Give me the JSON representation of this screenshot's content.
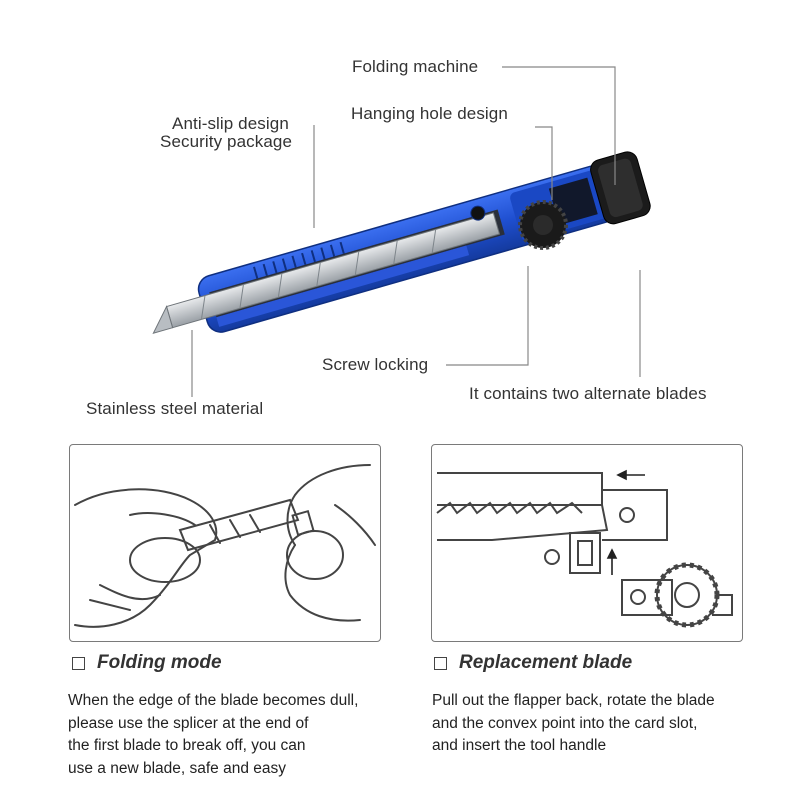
{
  "callouts": {
    "folding_machine": "Folding machine",
    "hanging_hole": "Hanging hole design",
    "anti_slip": "Anti-slip design",
    "security_package": "Security package",
    "screw_locking": "Screw locking",
    "two_blades": "It contains two alternate blades",
    "stainless": "Stainless steel material"
  },
  "product": {
    "body_color": "#1f4fd0",
    "cap_color": "#1b1b1b",
    "blade_color": "#c9cdd1",
    "icon": "utility-knife"
  },
  "modes": [
    {
      "title": "Folding mode",
      "lines": [
        "When the edge of the blade becomes dull,",
        "please use the splicer at the end of",
        "the first blade to break off, you can",
        "use a new blade, safe and easy"
      ],
      "illustration": "hands-snapping-blade"
    },
    {
      "title": "Replacement blade",
      "lines": [
        "Pull out the flapper back, rotate the blade",
        "and the convex point into the card slot,",
        "and insert the tool handle"
      ],
      "illustration": "blade-replacement-diagram"
    }
  ]
}
